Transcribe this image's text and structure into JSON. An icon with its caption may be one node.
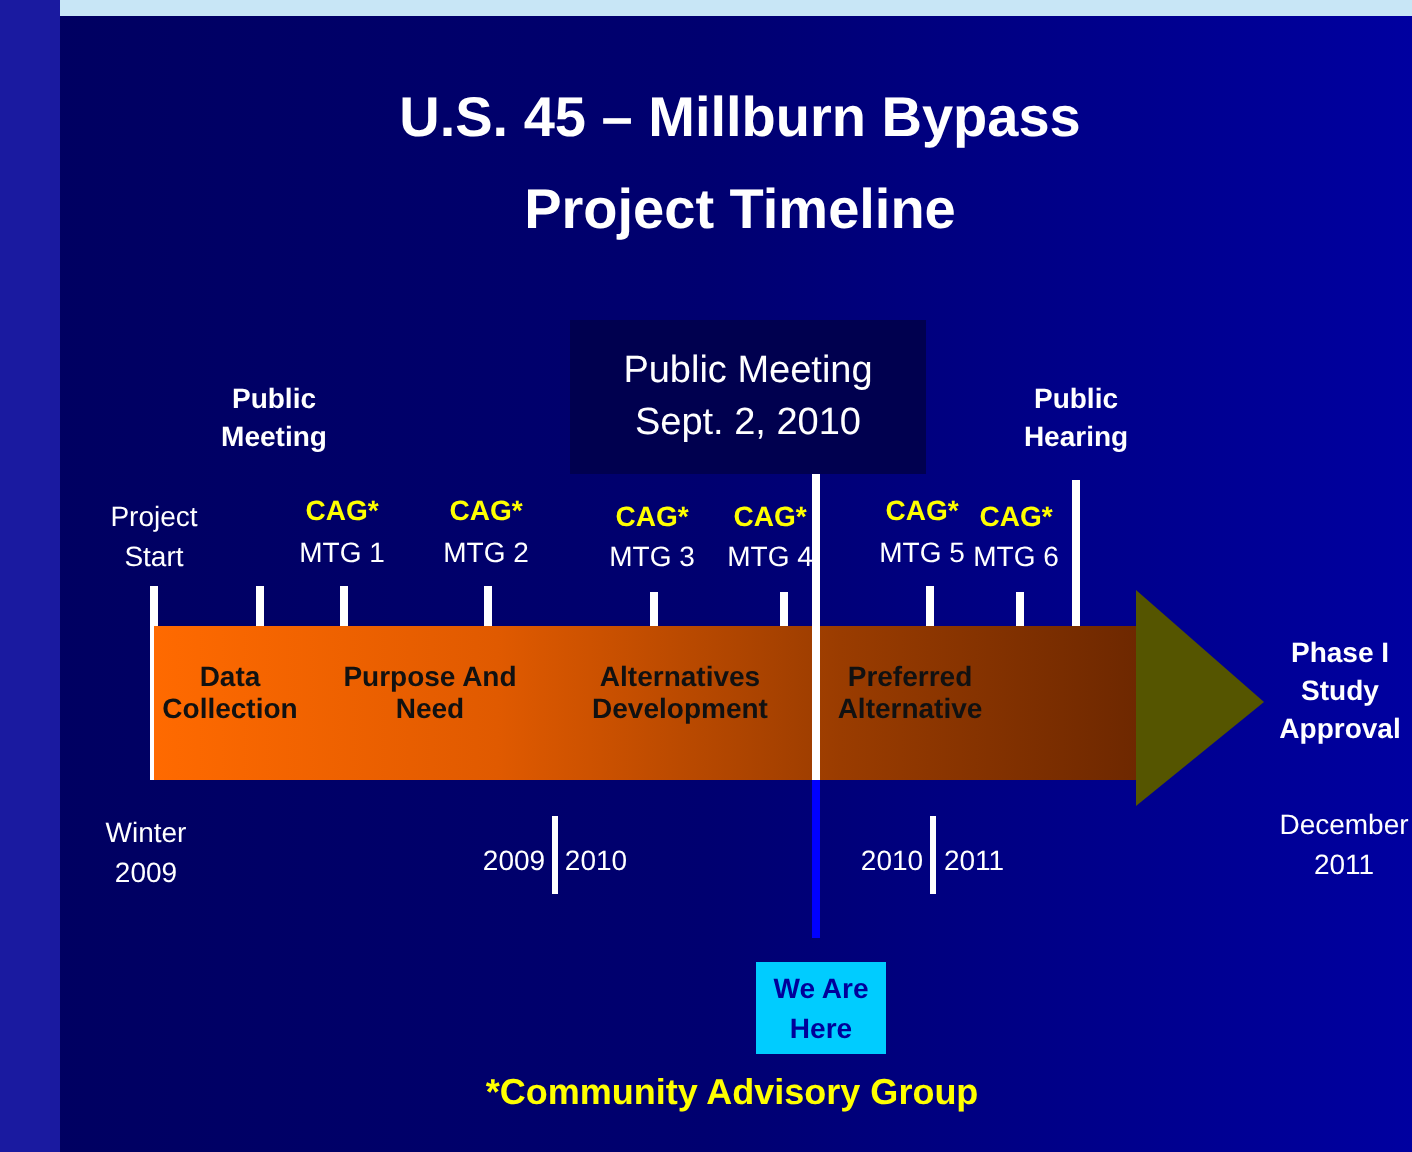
{
  "diagram": {
    "title": "U.S. 45 – Millburn Bypass Project Timeline",
    "nodes": [
      {
        "text": [
          "Public Meeting Sept. 2, 2010"
        ]
      },
      {
        "text": [],
        "shape": "bar"
      },
      {
        "text": [
          "Data Collection"
        ],
        "in": 1
      },
      {
        "text": [
          "Purpose And Need"
        ],
        "in": 1
      },
      {
        "text": [
          "Alternatives Development"
        ],
        "in": 1
      },
      {
        "text": [
          "Preferred Alternative"
        ],
        "in": 1
      },
      {
        "text": [
          "We Are Here"
        ]
      }
    ],
    "edges": [
      {
        "from": 0,
        "to": 6,
        "arrow": "none"
      }
    ],
    "labels": [
      "Public Meeting",
      "Public Hearing",
      "Project Start",
      "CAG*",
      "MTG 1",
      "CAG*",
      "MTG 2",
      "CAG*",
      "MTG 3",
      "CAG*",
      "MTG 4",
      "CAG*",
      "MTG 5",
      "CAG*",
      "MTG 6",
      "Winter 2009",
      "2009",
      "2010",
      "2010",
      "2011",
      "December 2011",
      "Phase I Study Approval",
      "*Community Advisory Group"
    ]
  }
}
